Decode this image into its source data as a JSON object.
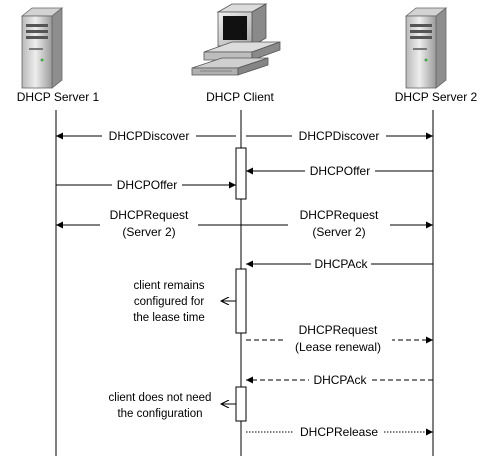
{
  "participants": {
    "server1": "DHCP Server 1",
    "client": "DHCP Client",
    "server2": "DHCP Server 2"
  },
  "messages": {
    "discover_s1": "DHCPDiscover",
    "discover_s2": "DHCPDiscover",
    "offer_s2": "DHCPOffer",
    "offer_s1": "DHCPOffer",
    "request_s1_line1": "DHCPRequest",
    "request_s1_line2": "(Server 2)",
    "request_s2_line1": "DHCPRequest",
    "request_s2_line2": "(Server 2)",
    "ack1": "DHCPAck",
    "renew_line1": "DHCPRequest",
    "renew_line2": "(Lease renewal)",
    "ack2": "DHCPAck",
    "release": "DHCPRelease"
  },
  "notes": {
    "configured_line1": "client remains",
    "configured_line2": "configured for",
    "configured_line3": "the lease time",
    "not_needed_line1": "client does not need",
    "not_needed_line2": "the configuration"
  }
}
